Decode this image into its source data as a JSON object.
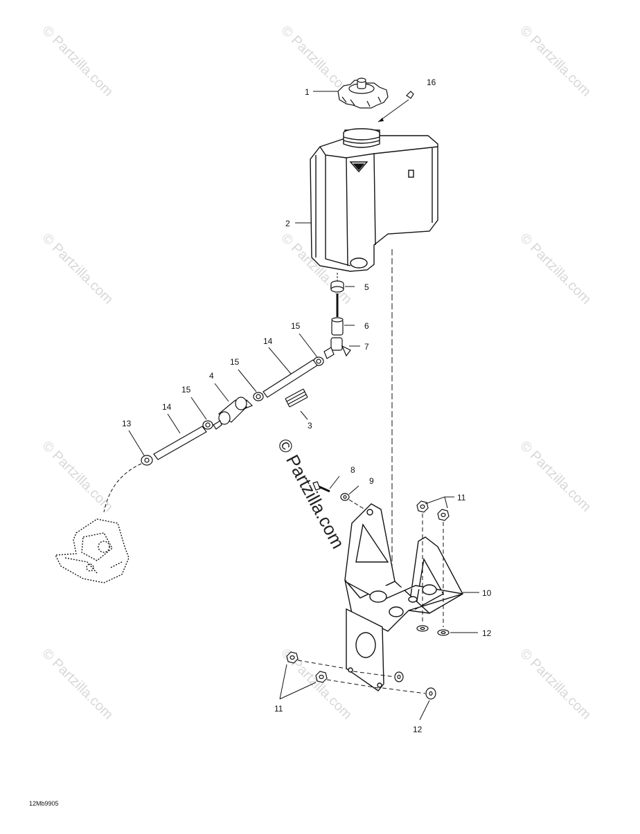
{
  "watermark": {
    "text": "© Partzilla.com",
    "center_text": "© Partzilla.com"
  },
  "diagram_code": "12Mb9905",
  "callouts": {
    "c1": "1",
    "c16": "16",
    "c2": "2",
    "c5": "5",
    "c6": "6",
    "c7": "7",
    "c15a": "15",
    "c14a": "14",
    "c15b": "15",
    "c4": "4",
    "c15c": "15",
    "c14b": "14",
    "c13": "13",
    "c3": "3",
    "c8": "8",
    "c9": "9",
    "c11a": "11",
    "c10": "10",
    "c12a": "12",
    "c11b": "11",
    "c12b": "12"
  },
  "parts": [
    {
      "ref": "1",
      "name": "fuel-cap"
    },
    {
      "ref": "2",
      "name": "fuel-tank"
    },
    {
      "ref": "3",
      "name": "spring"
    },
    {
      "ref": "4",
      "name": "fuel-filter"
    },
    {
      "ref": "5",
      "name": "grommet"
    },
    {
      "ref": "6",
      "name": "valve-body"
    },
    {
      "ref": "7",
      "name": "elbow-fitting"
    },
    {
      "ref": "8",
      "name": "screw"
    },
    {
      "ref": "9",
      "name": "washer"
    },
    {
      "ref": "10",
      "name": "mounting-bracket"
    },
    {
      "ref": "11",
      "name": "nut"
    },
    {
      "ref": "12",
      "name": "flat-washer"
    },
    {
      "ref": "13",
      "name": "hose-clamp"
    },
    {
      "ref": "14",
      "name": "fuel-hose"
    },
    {
      "ref": "15",
      "name": "clamp"
    },
    {
      "ref": "16",
      "name": "vent-fitting"
    }
  ]
}
